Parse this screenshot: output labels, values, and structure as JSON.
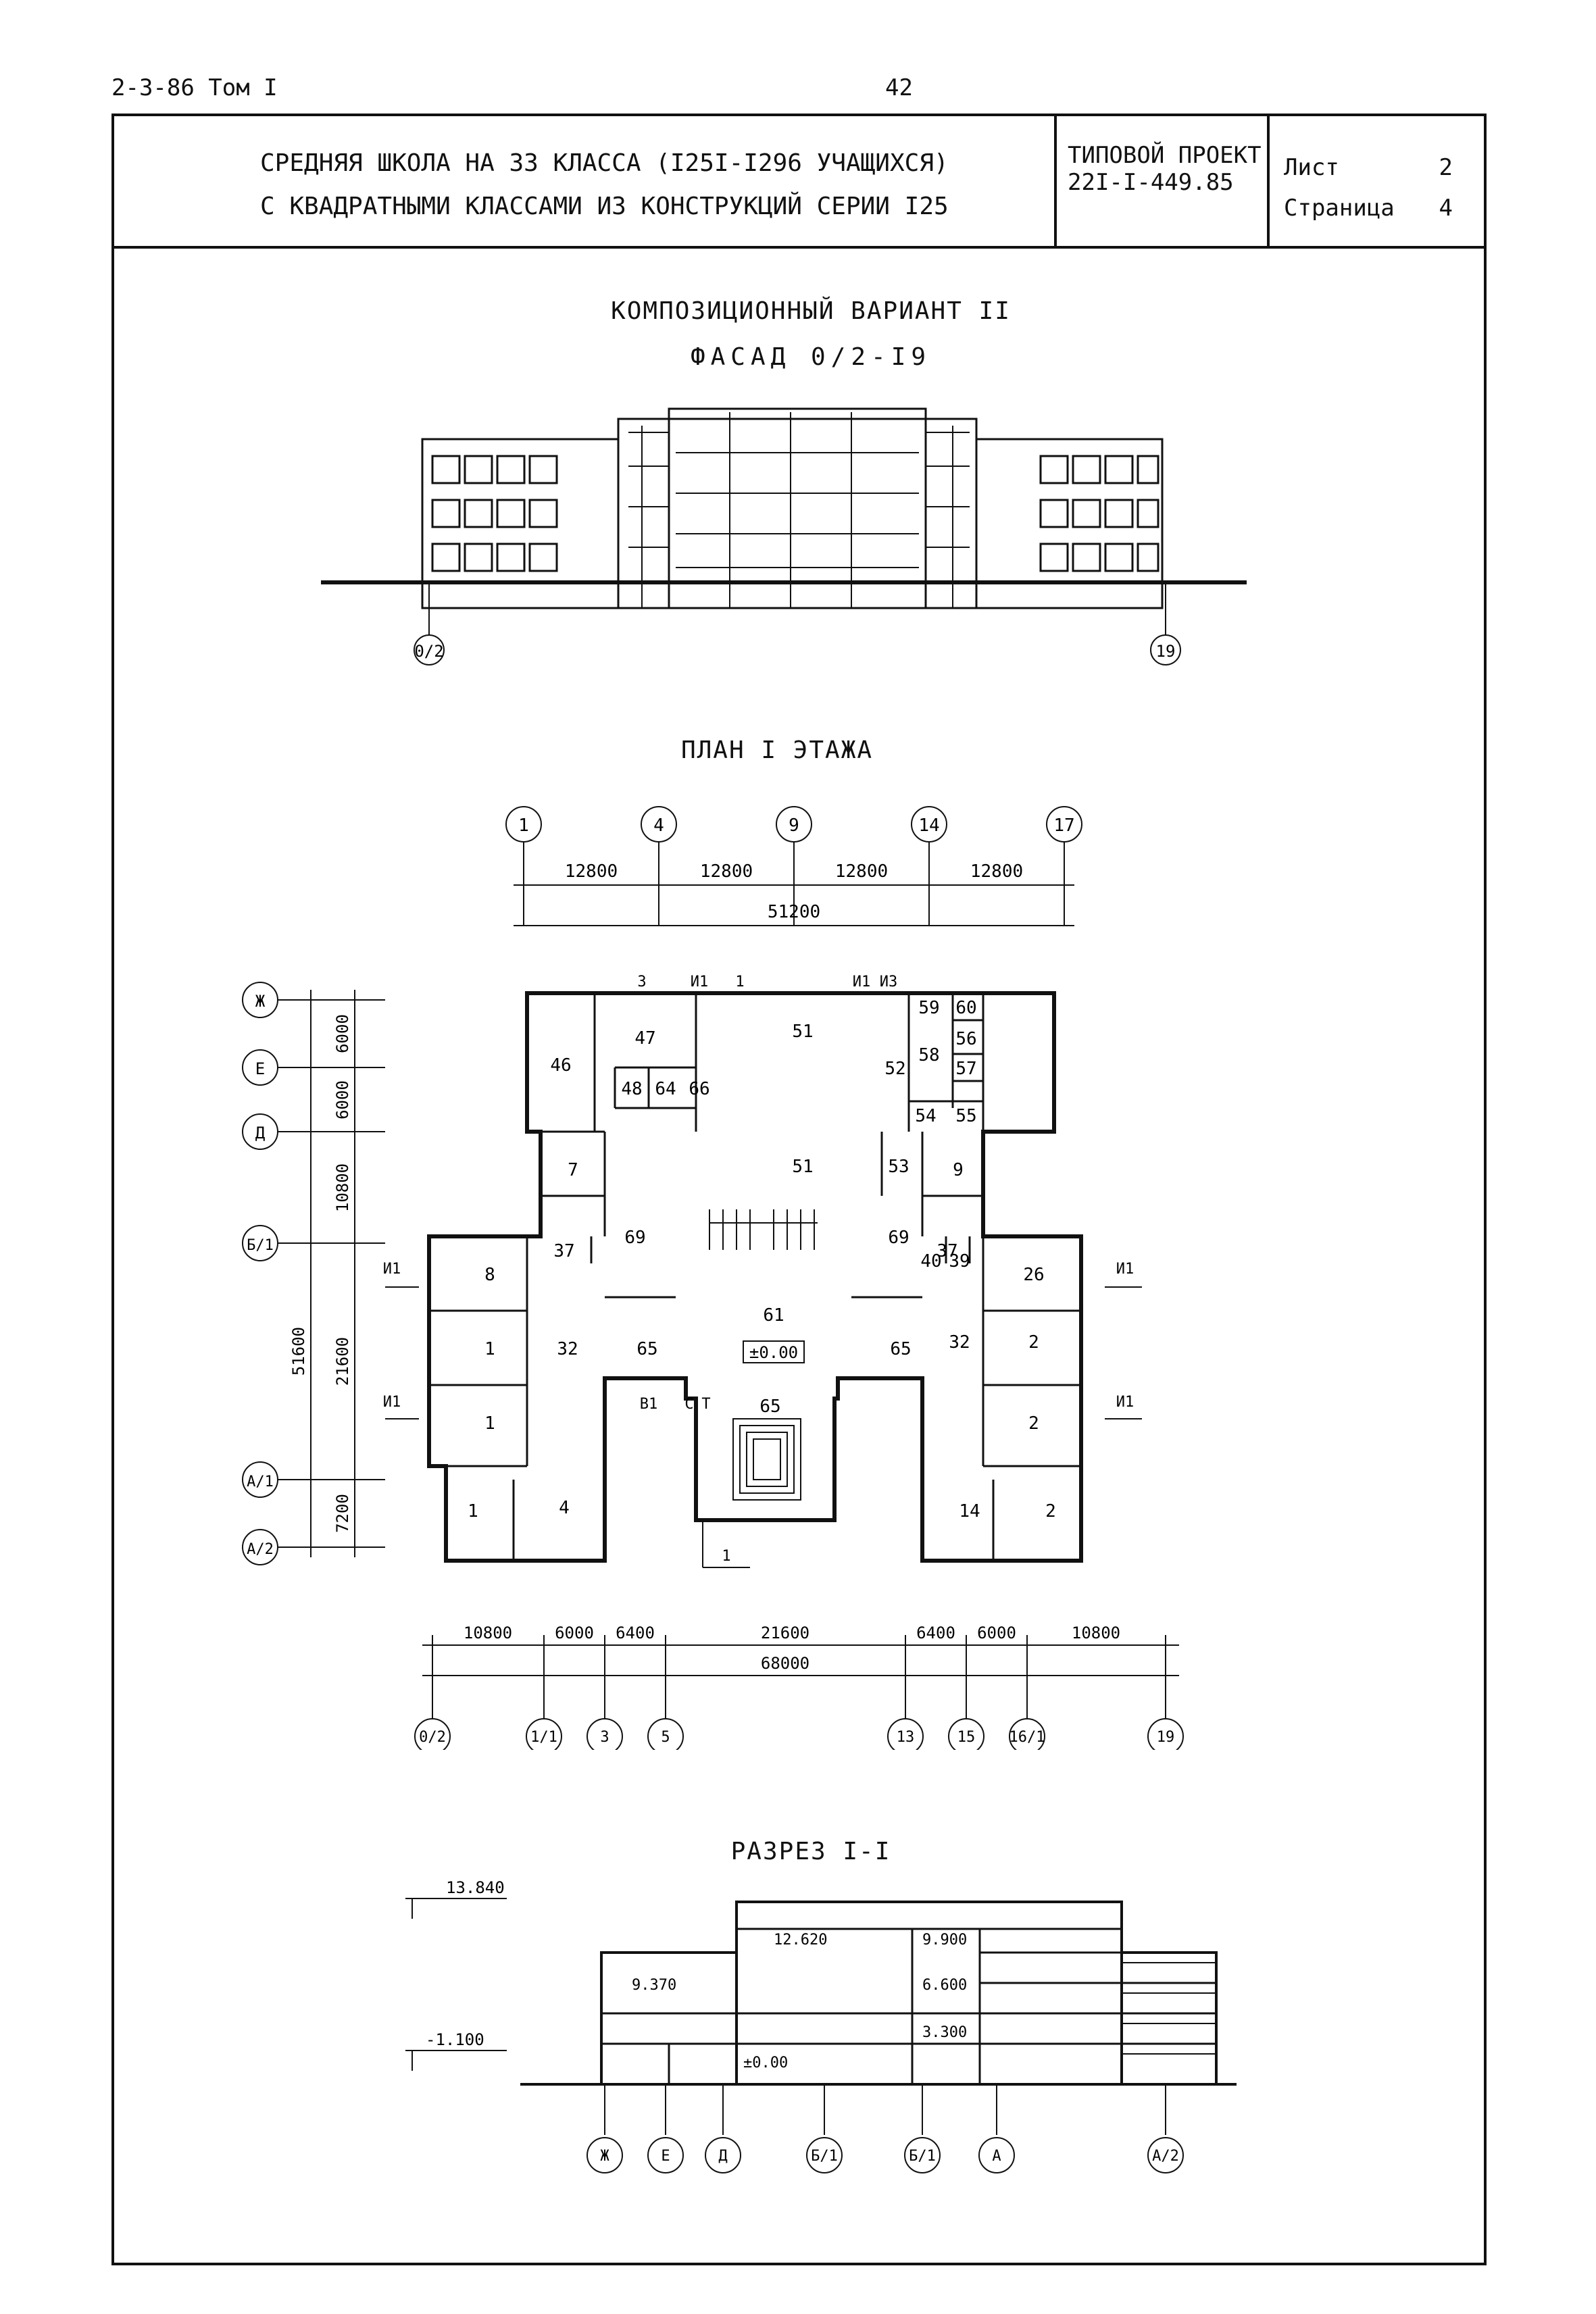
{
  "header": {
    "doc_code": "2-3-86 Том I",
    "page_number": "42"
  },
  "title_block": {
    "title_line1": "СРЕДНЯЯ ШКОЛА НА 33 КЛАССА (I25I-I296 УЧАЩИХСЯ)",
    "title_line2": "С КВАДРАТНЫМИ КЛАССАМИ ИЗ КОНСТРУКЦИЙ СЕРИИ I25",
    "project_label": "ТИПОВОЙ ПРОЕКТ",
    "project_code": "22I-I-449.85",
    "sheet_label": "Лист",
    "sheet_value": "2",
    "page_label": "Страница",
    "page_value": "4"
  },
  "facade": {
    "caption1": "КОМПОЗИЦИОННЫЙ ВАРИАНТ II",
    "caption2": "ФАСАД 0/2-I9",
    "axes": [
      "0/2",
      "19"
    ]
  },
  "plan": {
    "caption": "ПЛАН I ЭТАЖА",
    "top_axes": [
      "1",
      "4",
      "9",
      "14",
      "17"
    ],
    "top_dims": [
      "12800",
      "12800",
      "12800",
      "12800"
    ],
    "top_total": "51200",
    "left_axes": [
      "Ж",
      "Е",
      "Д",
      "Б/1",
      "А/1",
      "А/2"
    ],
    "left_dims": [
      "6000",
      "6000",
      "10800",
      "21600",
      "7200"
    ],
    "left_total": "51600",
    "bottom_dims": [
      "10800",
      "6000",
      "6400",
      "21600",
      "6400",
      "6000",
      "10800"
    ],
    "bottom_total": "68000",
    "bottom_axes": [
      "0/2",
      "1/1",
      "3",
      "5",
      "13",
      "15",
      "16/1",
      "19"
    ],
    "rooms": [
      "46",
      "47",
      "48",
      "64",
      "66",
      "51",
      "52",
      "59",
      "60",
      "58",
      "56",
      "57",
      "54",
      "55",
      "7",
      "51",
      "53",
      "9",
      "37",
      "69",
      "69",
      "37",
      "40",
      "39",
      "8",
      "26",
      "1",
      "32",
      "61",
      "32",
      "2",
      "1",
      "65",
      "65",
      "2",
      "1",
      "4",
      "65",
      "14",
      "2"
    ],
    "level": "±0.00",
    "marks": [
      "3",
      "И1",
      "1",
      "И1",
      "И3",
      "И1",
      "И1",
      "И1",
      "И1",
      "В1",
      "С",
      "Т",
      "1"
    ]
  },
  "section": {
    "caption": "РАЗРЕЗ I-I",
    "levels": [
      "13.840",
      "12.620",
      "9.900",
      "9.370",
      "6.600",
      "3.300",
      "±0.00",
      "-1.100"
    ],
    "axes": [
      "Ж",
      "Е",
      "Д",
      "Б/1",
      "Б/1",
      "А",
      "А/2"
    ]
  }
}
